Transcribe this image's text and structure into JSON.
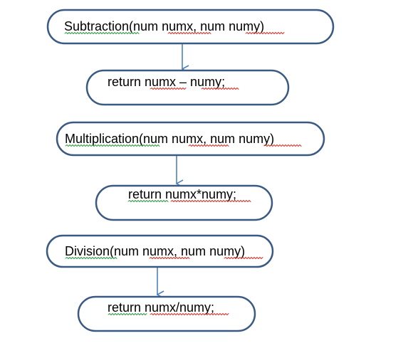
{
  "colors": {
    "shape_stroke": "#3b5a83",
    "connector": "#4f81bd",
    "spellcheck_green": "#2ea043",
    "spellcheck_red": "#d9342b"
  },
  "nodes": [
    {
      "id": "subtraction",
      "label": "Subtraction(num numx, num numy)"
    },
    {
      "id": "return-sub",
      "label": "return numx – numy;"
    },
    {
      "id": "multiplication",
      "label": "Multiplication(num numx, num numy)"
    },
    {
      "id": "return-mul",
      "label": "return numx*numy;"
    },
    {
      "id": "division",
      "label": "Division(num numx, num numy)"
    },
    {
      "id": "return-div",
      "label": "return numx/numy;"
    }
  ],
  "edges": [
    {
      "from": "subtraction",
      "to": "return-sub"
    },
    {
      "from": "multiplication",
      "to": "return-mul"
    },
    {
      "from": "division",
      "to": "return-div"
    }
  ]
}
